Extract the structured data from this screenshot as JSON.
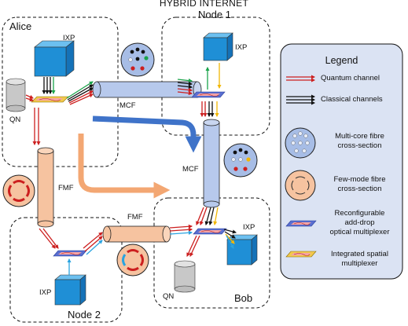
{
  "title": "HYBRID INTERNET",
  "nodes": {
    "alice": "Alice",
    "node1": "Node 1",
    "node2": "Node 2",
    "bob": "Bob"
  },
  "labels": {
    "ixp": "IXP",
    "qn": "QN",
    "mcf": "MCF",
    "fmf": "FMF"
  },
  "legend": {
    "title": "Legend",
    "quantum": "Quantum channel",
    "classical": "Classical channels",
    "mcf_line1": "Multi-core fibre",
    "mcf_line2": "cross-section",
    "fmf_line1": "Few-mode fibre",
    "fmf_line2": "cross-section",
    "roadm_line1": "Reconfigurable",
    "roadm_line2": "add-drop",
    "roadm_line3": "optical multiplexer",
    "ism_line1": "Integrated spatial",
    "ism_line2": "multiplexer"
  },
  "colors": {
    "quantum": "#cc1f1f",
    "classical": "#111111",
    "green_channel": "#1aa34a",
    "blue_channel": "#29a3e0",
    "yellow_channel": "#f2b705",
    "ixp_blue": "#1f8fd6",
    "fibre_blue": "#b7c9ec",
    "fibre_orange": "#f6c3a0",
    "route_blue": "#3f73c9",
    "route_orange": "#f3a773",
    "legend_bg": "#dbe3f3"
  }
}
